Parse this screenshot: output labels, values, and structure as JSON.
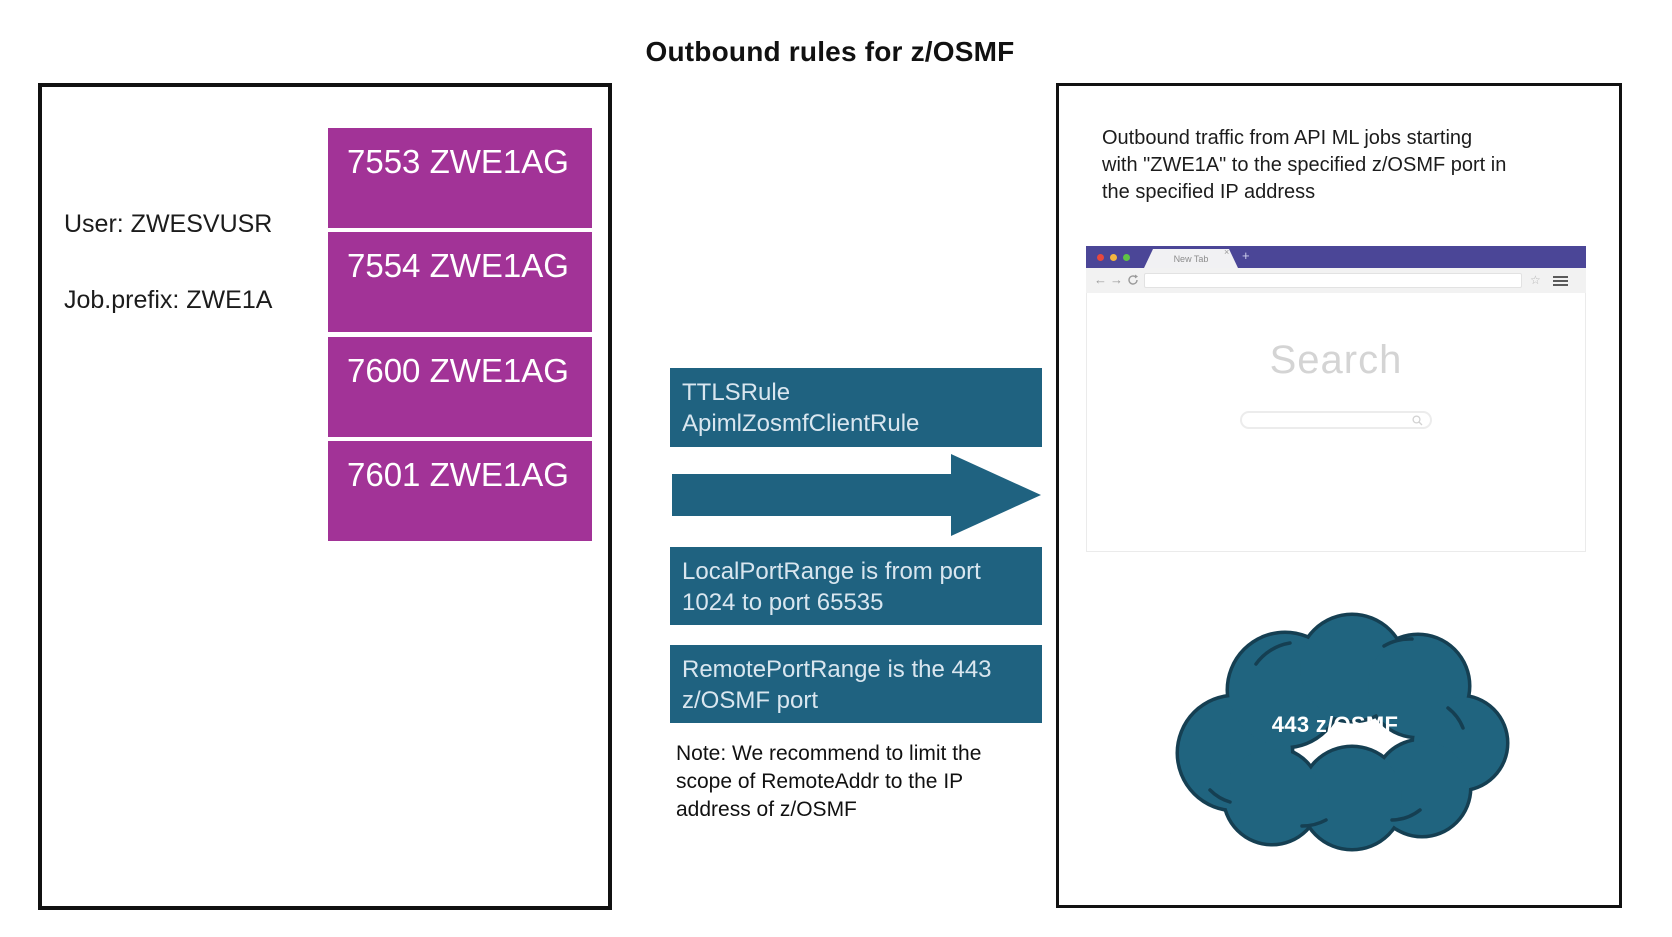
{
  "title": "Outbound rules for z/OSMF",
  "colors": {
    "purple": "#A23397",
    "teal": "#1F6280",
    "teal_text": "#D9E6EF",
    "browser_bar": "#4B4697",
    "cloud_fill": "#20647F",
    "cloud_stroke": "#153F52",
    "traffic_red": "#E8483E",
    "traffic_yellow": "#F4B63F",
    "traffic_green": "#5FC344"
  },
  "left_panel": {
    "user": "User: ZWESVUSR",
    "job_prefix": "Job.prefix: ZWE1A",
    "port_boxes": [
      "7553 ZWE1AG",
      "7554 ZWE1AG",
      "7600 ZWE1AG",
      "7601 ZWE1AG"
    ]
  },
  "rules": {
    "ttls_rule": "TTLSRule\nApimlZosmfClientRule",
    "local_port_range": "LocalPortRange is from port\n1024 to port 65535",
    "remote_port_range": "RemotePortRange is the 443\nz/OSMF port",
    "note": "Note: We recommend to limit the\nscope of RemoteAddr to the IP\naddress of z/OSMF"
  },
  "right_panel": {
    "description": "Outbound traffic from API ML jobs starting\nwith \"ZWE1A\" to the specified z/OSMF port in\nthe specified IP address",
    "browser": {
      "tab_label": "New Tab",
      "tab_close_glyph": "×",
      "new_tab_glyph": "+",
      "back_glyph": "←",
      "forward_glyph": "→",
      "reload_icon": "reload-circular-arrow",
      "star_glyph": "☆",
      "menu_icon": "hamburger-menu",
      "search_text": "Search",
      "magnifier_icon": "search-magnifier"
    },
    "cloud_label": "443 z/OSMF"
  }
}
